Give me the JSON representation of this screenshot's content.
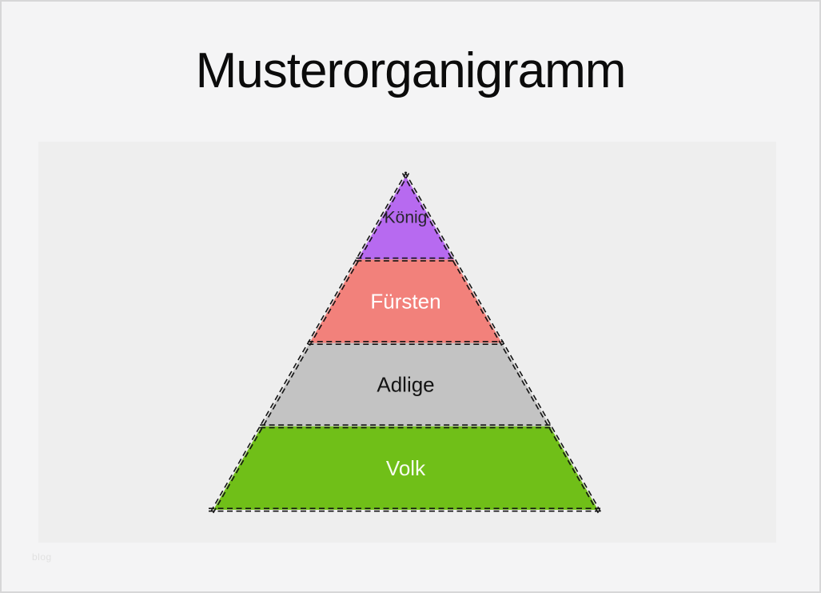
{
  "title": "Musterorganigramm",
  "watermark": "blog",
  "colors": {
    "page_bg": "#f4f4f5",
    "panel_bg": "#eeeeee",
    "frame_border": "#d7d7d8",
    "title_text": "#0b0b0b",
    "dash_border": "#141414"
  },
  "diagram": {
    "type": "pyramid",
    "levels": [
      {
        "label": "König",
        "fill": "#b76af0",
        "label_color": "#28252e",
        "font_size": 21
      },
      {
        "label": "Fürsten",
        "fill": "#f2817b",
        "label_color": "#ffffff",
        "font_size": 26
      },
      {
        "label": "Adlige",
        "fill": "#c3c3c3",
        "label_color": "#141414",
        "font_size": 26
      },
      {
        "label": "Volk",
        "fill": "#70bf18",
        "label_color": "#f7fdef",
        "font_size": 26
      }
    ]
  }
}
